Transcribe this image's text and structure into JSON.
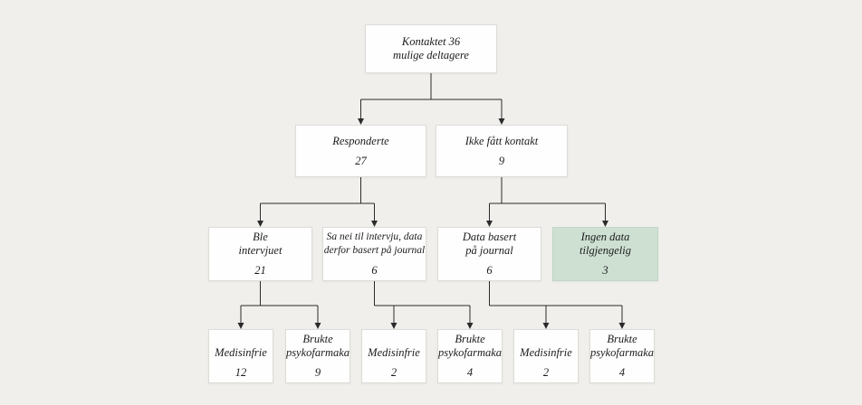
{
  "colors": {
    "page_bg": "#f0efec",
    "box_fill": "#fefefe",
    "box_border": "#dddcd7",
    "highlight_fill": "#cde0d2",
    "highlight_border": "#c3d7c9",
    "line_color": "#2b2b2b",
    "text_color": "#1c1c1c"
  },
  "nodes": {
    "root": {
      "line1": "Kontaktet 36",
      "line2": "mulige deltagere"
    },
    "responded": {
      "label": "Responderte",
      "value": "27"
    },
    "no_contact": {
      "label": "Ikke fått kontakt",
      "value": "9"
    },
    "interviewed": {
      "line1": "Ble",
      "line2": "intervjuet",
      "value": "21"
    },
    "declined_interview": {
      "line1": "Sa nei til intervju, data",
      "line2": "derfor basert på journal",
      "value": "6"
    },
    "journal_based": {
      "line1": "Data basert",
      "line2": "på journal",
      "value": "6"
    },
    "no_data": {
      "line1": "Ingen data",
      "line2": "tilgjengelig",
      "value": "3"
    },
    "interviewed_med_free": {
      "label": "Medisinfrie",
      "value": "12"
    },
    "interviewed_psychotropic": {
      "line1": "Brukte",
      "line2": "psykofarmaka",
      "value": "9"
    },
    "declined_med_free": {
      "label": "Medisinfrie",
      "value": "2"
    },
    "declined_psychotropic": {
      "line1": "Brukte",
      "line2": "psykofarmaka",
      "value": "4"
    },
    "journal_med_free": {
      "label": "Medisinfrie",
      "value": "2"
    },
    "journal_psychotropic": {
      "line1": "Brukte",
      "line2": "psykofarmaka",
      "value": "4"
    }
  }
}
